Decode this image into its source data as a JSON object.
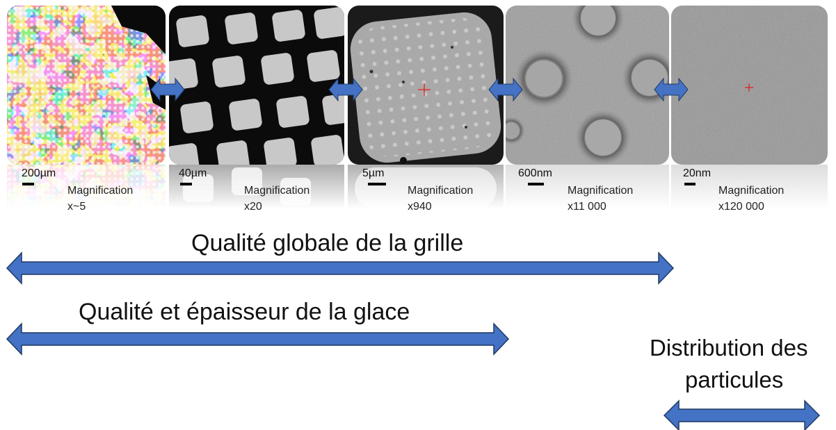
{
  "panels": [
    {
      "scale": "200µm",
      "mag_label": "Magnification",
      "mag_value": "x~5"
    },
    {
      "scale": "40µm",
      "mag_label": "Magnification",
      "mag_value": "x20"
    },
    {
      "scale": "5µm",
      "mag_label": "Magnification",
      "mag_value": "x940"
    },
    {
      "scale": "600nm",
      "mag_label": "Magnification",
      "mag_value": "x11 000"
    },
    {
      "scale": "20nm",
      "mag_label": "Magnification",
      "mag_value": "x120 000"
    }
  ],
  "ranges": {
    "grid_quality": "Qualité globale de la grille",
    "ice_quality": "Qualité et épaisseur de la glace",
    "particles_line1": "Distribution des",
    "particles_line2": "particules"
  },
  "colors": {
    "arrow_fill": "#4472C4",
    "arrow_stroke": "#1F3864",
    "target_cross": "#e02020"
  }
}
